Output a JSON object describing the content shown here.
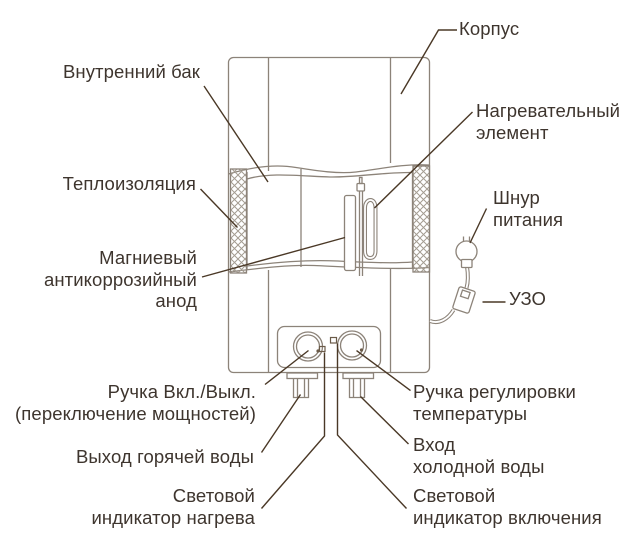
{
  "diagram_type": "water-heater-cutaway-schematic",
  "labels": {
    "korpus": "Корпус",
    "inner_tank": "Внутренний бак",
    "insulation": "Теплоизоляция",
    "heating_element": "Нагревательный\nэлемент",
    "anode": "Магниевый\nантикоррозийный\nанод",
    "power_cord": "Шнур\nпитания",
    "uzo": "УЗО",
    "power_knob": "Ручка Вкл./Выкл.\n(переключение мощностей)",
    "temp_knob": "Ручка регулировки\nтемпературы",
    "hot_water_out": "Выход горячей воды",
    "cold_water_in": "Вход\nхолодной воды",
    "heat_indicator": "Световой\nиндикатор нагрева",
    "power_indicator": "Световой\nиндикатор включения"
  },
  "colors": {
    "background": "#ffffff",
    "text": "#3e352e",
    "drawing_outline": "#8c8379",
    "leader_line": "#4a3826",
    "hatch": "#a49c91"
  }
}
